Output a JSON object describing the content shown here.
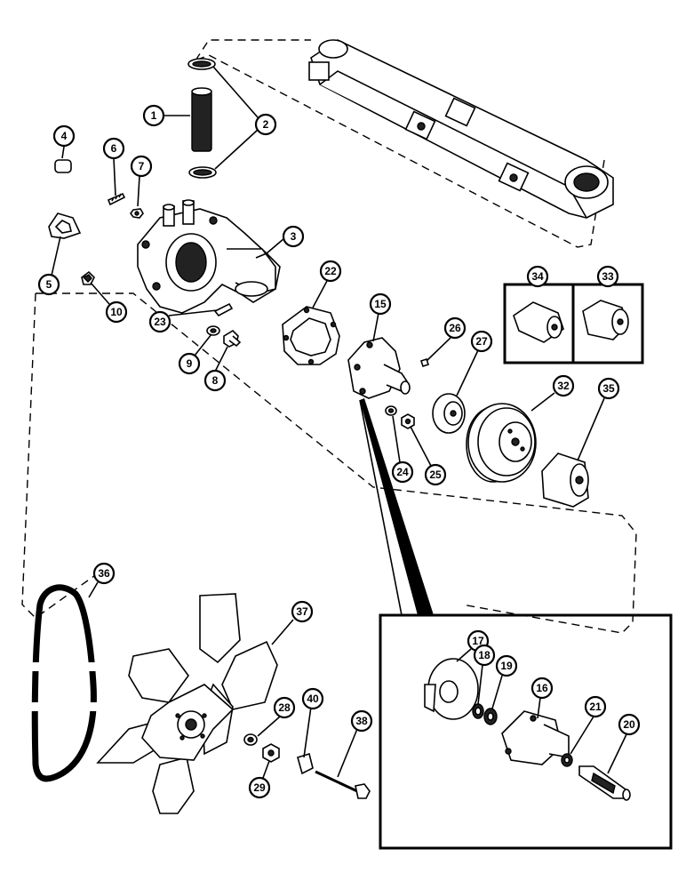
{
  "callouts": {
    "c1": "1",
    "c2": "2",
    "c3": "3",
    "c4": "4",
    "c5": "5",
    "c6": "6",
    "c7": "7",
    "c8": "8",
    "c9": "9",
    "c10": "10",
    "c15": "15",
    "c16": "16",
    "c17": "17",
    "c18": "18",
    "c19": "19",
    "c20": "20",
    "c21": "21",
    "c22": "22",
    "c23": "23",
    "c24": "24",
    "c25": "25",
    "c26": "26",
    "c27": "27",
    "c28": "28",
    "c29": "29",
    "c32": "32",
    "c33": "33",
    "c34": "34",
    "c35": "35",
    "c36": "36",
    "c37": "37",
    "c38": "38",
    "c40": "40"
  }
}
